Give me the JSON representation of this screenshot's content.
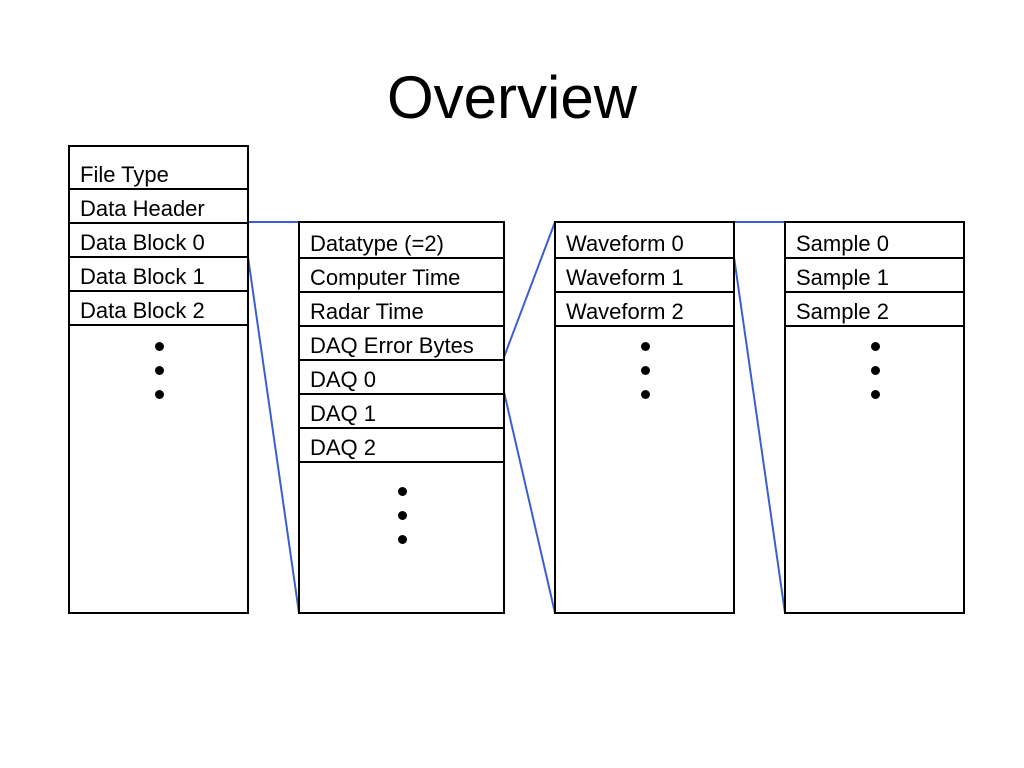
{
  "title": "Overview",
  "columns": {
    "file": [
      "File Type",
      "Data Header",
      "Data Block 0",
      "Data Block 1",
      "Data Block 2"
    ],
    "block": [
      "Datatype (=2)",
      "Computer Time",
      "Radar Time",
      "DAQ Error Bytes",
      "DAQ 0",
      "DAQ 1",
      "DAQ 2"
    ],
    "daq": [
      "Waveform 0",
      "Waveform 1",
      "Waveform 2"
    ],
    "waveform": [
      "Sample 0",
      "Sample 1",
      "Sample 2"
    ]
  },
  "colors": {
    "connector": "#3a5fd0",
    "border": "#000000"
  }
}
